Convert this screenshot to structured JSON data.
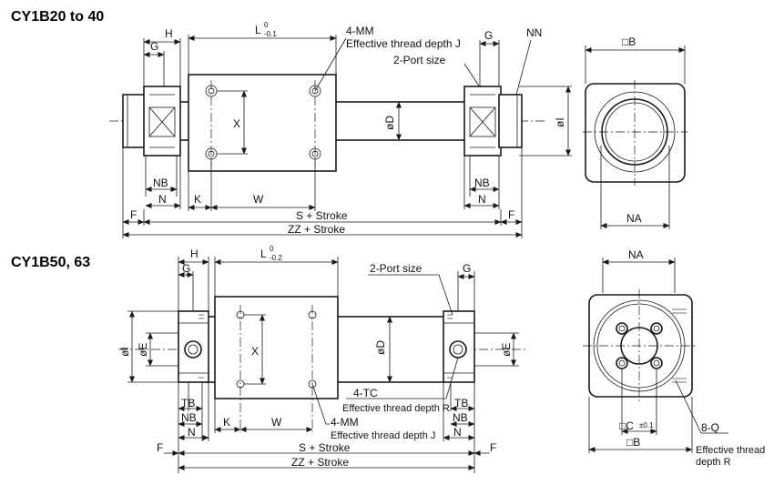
{
  "top": {
    "title": "CY1B20 to 40",
    "H": "H",
    "G_left": "G",
    "L": "L",
    "L_tol_up": "0",
    "L_tol_down": "-0.1",
    "mm": "4-MM",
    "mm_note": "Effective thread depth J",
    "port": "2-Port size",
    "G_right": "G",
    "NN": "NN",
    "B": "□B",
    "X": "X",
    "D": "øD",
    "I": "øI",
    "NB_left": "NB",
    "N_left": "N",
    "K": "K",
    "W": "W",
    "NB_right": "NB",
    "N_right": "N",
    "F_left": "F",
    "S": "S + Stroke",
    "F_right": "F",
    "ZZ": "ZZ + Stroke",
    "NA": "NA"
  },
  "bottom": {
    "title": "CY1B50, 63",
    "H": "H",
    "G_left": "G",
    "L": "L",
    "L_tol_up": "0",
    "L_tol_down": "-0.2",
    "port": "2-Port size",
    "G_right": "G",
    "NA": "NA",
    "I": "øI",
    "E_left": "øE",
    "X": "X",
    "D": "øD",
    "E_right": "øE",
    "TB_left": "TB",
    "NB_left": "NB",
    "N_left": "N",
    "K": "K",
    "W": "W",
    "tc": "4-TC",
    "tc_note": "Effective thread depth R",
    "mm": "4-MM",
    "mm_note": "Effective thread depth J",
    "TB_right": "TB",
    "NB_right": "NB",
    "N_right": "N",
    "C": "□C",
    "C_tol": "±0.1",
    "q": "8-Q",
    "q_note_1": "Effective thread",
    "q_note_2": "depth R",
    "B": "□B",
    "F_left": "F",
    "S": "S + Stroke",
    "F_right": "F",
    "ZZ": "ZZ + Stroke"
  }
}
